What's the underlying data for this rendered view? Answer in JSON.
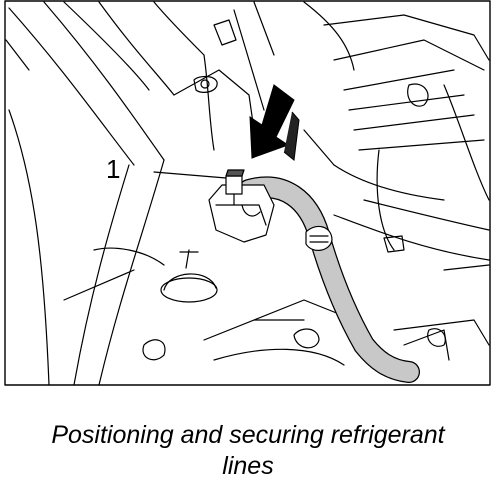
{
  "callout": {
    "number": "1"
  },
  "caption": {
    "line1": "Positioning and securing refrigerant",
    "line2": "lines"
  }
}
